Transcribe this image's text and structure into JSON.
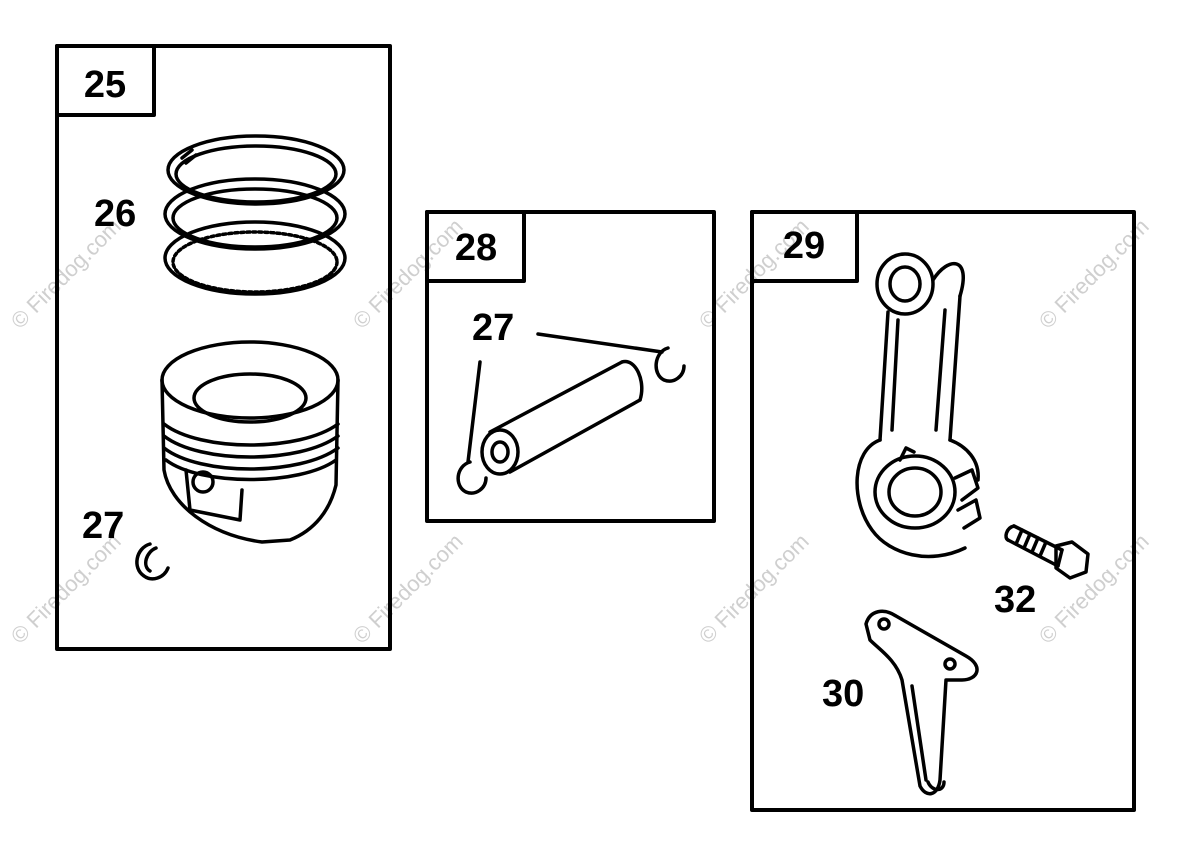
{
  "panels": [
    {
      "id": "25",
      "parts": [
        "26",
        "27"
      ]
    },
    {
      "id": "28",
      "parts": [
        "27"
      ]
    },
    {
      "id": "29",
      "parts": [
        "32",
        "30"
      ]
    }
  ],
  "watermark": "© Firedog.com",
  "colors": {
    "ink": "#000000",
    "background": "#ffffff",
    "watermark": "#cfcfcf"
  }
}
